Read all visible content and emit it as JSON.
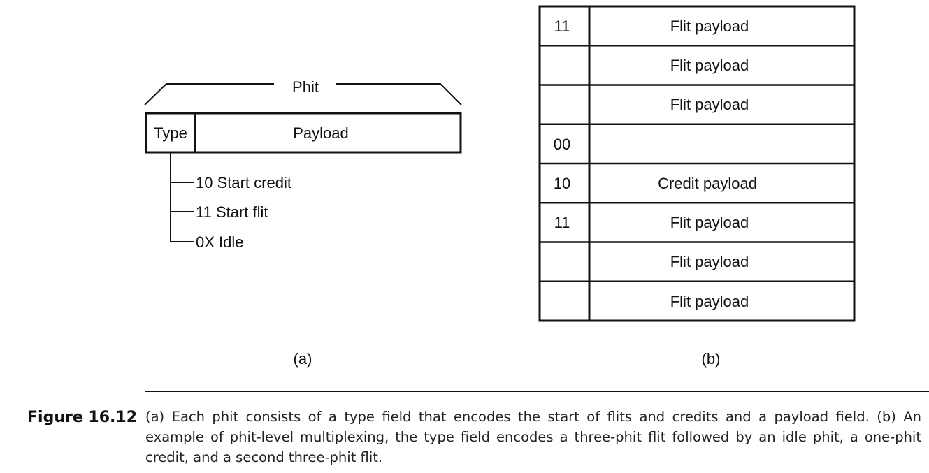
{
  "panel_a": {
    "brace_label": "Phit",
    "type_label": "Type",
    "payload_label": "Payload",
    "type_codes": [
      {
        "code": "10 Start credit"
      },
      {
        "code": "11 Start flit"
      },
      {
        "code": "0X Idle"
      }
    ],
    "sublabel": "(a)"
  },
  "panel_b": {
    "rows": [
      {
        "type": "11",
        "payload": "Flit payload"
      },
      {
        "type": "",
        "payload": "Flit payload"
      },
      {
        "type": "",
        "payload": "Flit payload"
      },
      {
        "type": "00",
        "payload": ""
      },
      {
        "type": "10",
        "payload": "Credit payload"
      },
      {
        "type": "11",
        "payload": "Flit payload"
      },
      {
        "type": "",
        "payload": "Flit payload"
      },
      {
        "type": "",
        "payload": "Flit payload"
      }
    ],
    "sublabel": "(b)"
  },
  "caption": {
    "label": "Figure 16.12",
    "text": "(a) Each phit consists of a type field that encodes the start of flits and credits and a payload field. (b) An example of phit-level multiplexing, the type field encodes a three-phit flit followed by an idle phit, a one-phit credit, and a second three-phit flit."
  }
}
